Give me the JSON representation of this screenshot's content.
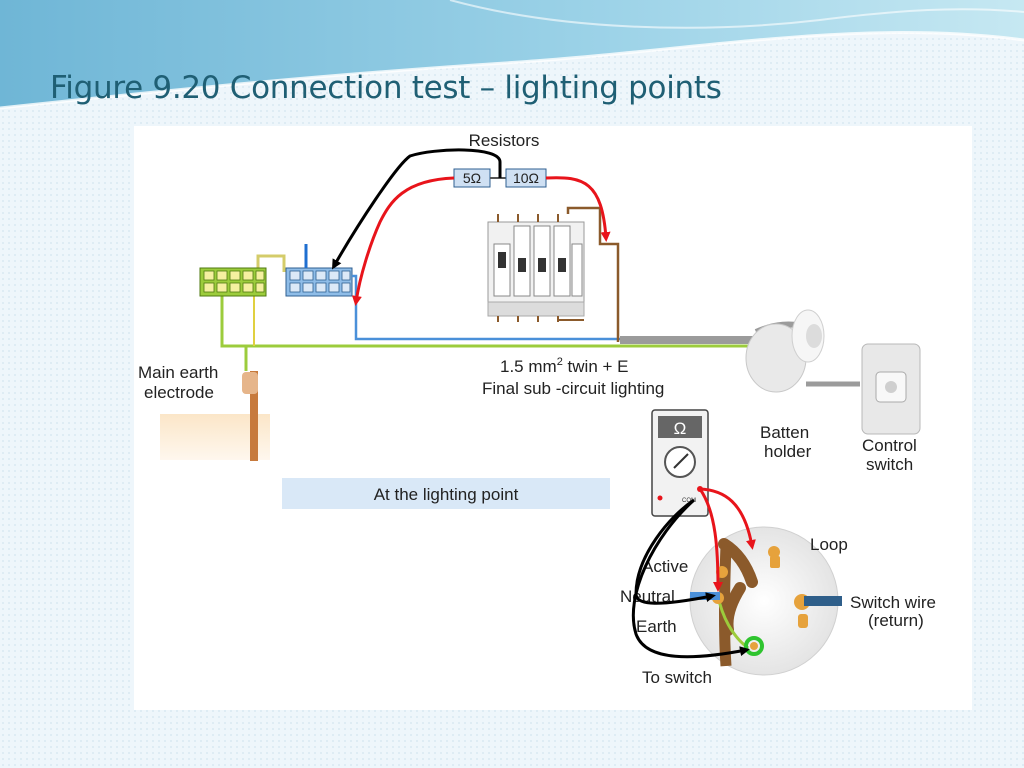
{
  "slide": {
    "title": "Figure 9.20 Connection test – lighting points"
  },
  "diagram": {
    "resistors_label": "Resistors",
    "resistor_1": "5Ω",
    "resistor_2": "10Ω",
    "main_earth_line1": "Main earth",
    "main_earth_line2": "electrode",
    "cable_line1": "1.5 mm",
    "cable_sup": "2",
    "cable_line1_rest": " twin + E",
    "cable_line2": "Final sub -circuit lighting",
    "batten_line1": "Batten",
    "batten_line2": "holder",
    "control_line1": "Control",
    "control_line2": "switch",
    "banner": "At the lighting point",
    "meter_symbol": "Ω",
    "meter_com": "COM",
    "loop": "Loop",
    "active": "Active",
    "neutral": "Neutral",
    "earth": "Earth",
    "to_switch": "To switch",
    "switch_wire_line1": "Switch wire",
    "switch_wire_line2": "(return)"
  },
  "colors": {
    "title": "#1f5f74",
    "test_lead_red": "#e8141b",
    "test_lead_black": "#000000",
    "active_wire": "#8b5a2b",
    "neutral_wire": "#4a90d9",
    "earth_wire": "#9ccc3c",
    "banner_bg": "#d9e8f7"
  }
}
